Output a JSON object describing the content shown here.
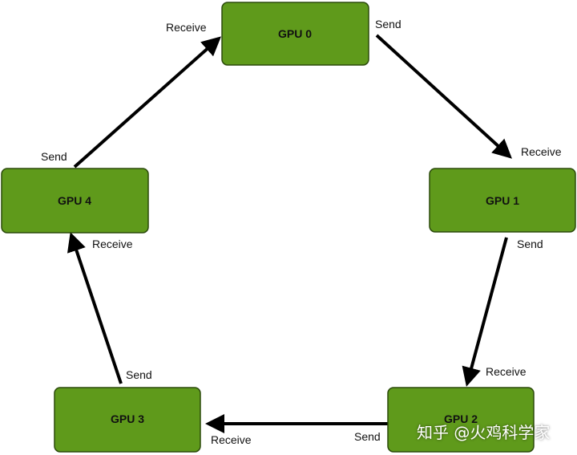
{
  "nodes": [
    {
      "id": "gpu0",
      "label": "GPU 0"
    },
    {
      "id": "gpu1",
      "label": "GPU 1"
    },
    {
      "id": "gpu2",
      "label": "GPU 2"
    },
    {
      "id": "gpu3",
      "label": "GPU 3"
    },
    {
      "id": "gpu4",
      "label": "GPU 4"
    }
  ],
  "edges": [
    {
      "from": "gpu0",
      "to": "gpu1",
      "send_label": "Send",
      "receive_label": "Receive"
    },
    {
      "from": "gpu1",
      "to": "gpu2",
      "send_label": "Send",
      "receive_label": "Receive"
    },
    {
      "from": "gpu2",
      "to": "gpu3",
      "send_label": "Send",
      "receive_label": "Receive"
    },
    {
      "from": "gpu3",
      "to": "gpu4",
      "send_label": "Send",
      "receive_label": "Receive"
    },
    {
      "from": "gpu4",
      "to": "gpu0",
      "send_label": "Send",
      "receive_label": "Receive"
    }
  ],
  "watermark": "知乎 @火鸡科学家",
  "colors": {
    "node_fill": "#5f9a1b",
    "node_border": "#2b4a0b",
    "arrow": "#000000"
  }
}
